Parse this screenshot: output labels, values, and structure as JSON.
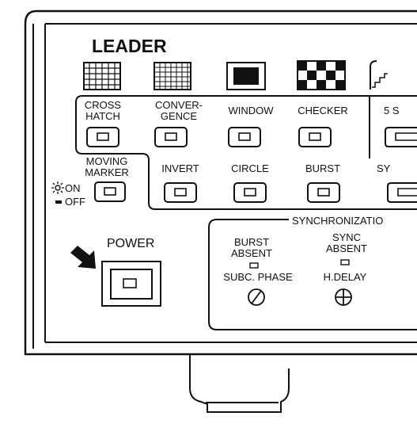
{
  "brand": "LEADER",
  "pattern_buttons": [
    {
      "line1": "CROSS",
      "line2": "HATCH",
      "icon": "cross-hatch-pattern-icon"
    },
    {
      "line1": "CONVER-",
      "line2": "GENCE",
      "icon": "convergence-dots-icon"
    },
    {
      "line1": "WINDOW",
      "line2": "",
      "icon": "window-pattern-icon"
    },
    {
      "line1": "CHECKER",
      "line2": "",
      "icon": "checker-pattern-icon"
    },
    {
      "line1": "5 S",
      "line2": "",
      "icon": "staircase-pattern-icon"
    }
  ],
  "function_buttons": [
    {
      "label": "INVERT"
    },
    {
      "label": "CIRCLE"
    },
    {
      "label": "BURST"
    },
    {
      "label": "SY"
    }
  ],
  "moving_marker": {
    "line1": "MOVING",
    "line2": "MARKER",
    "on_label": "ON",
    "off_label": "OFF"
  },
  "power": {
    "label": "POWER"
  },
  "sync": {
    "title": "SYNCHRONIZATIO",
    "burst_absent": {
      "line1": "BURST",
      "line2": "ABSENT",
      "knob": "SUBC. PHASE"
    },
    "sync_absent": {
      "line1": "SYNC",
      "line2": "ABSENT",
      "knob": "H.DELAY"
    }
  }
}
